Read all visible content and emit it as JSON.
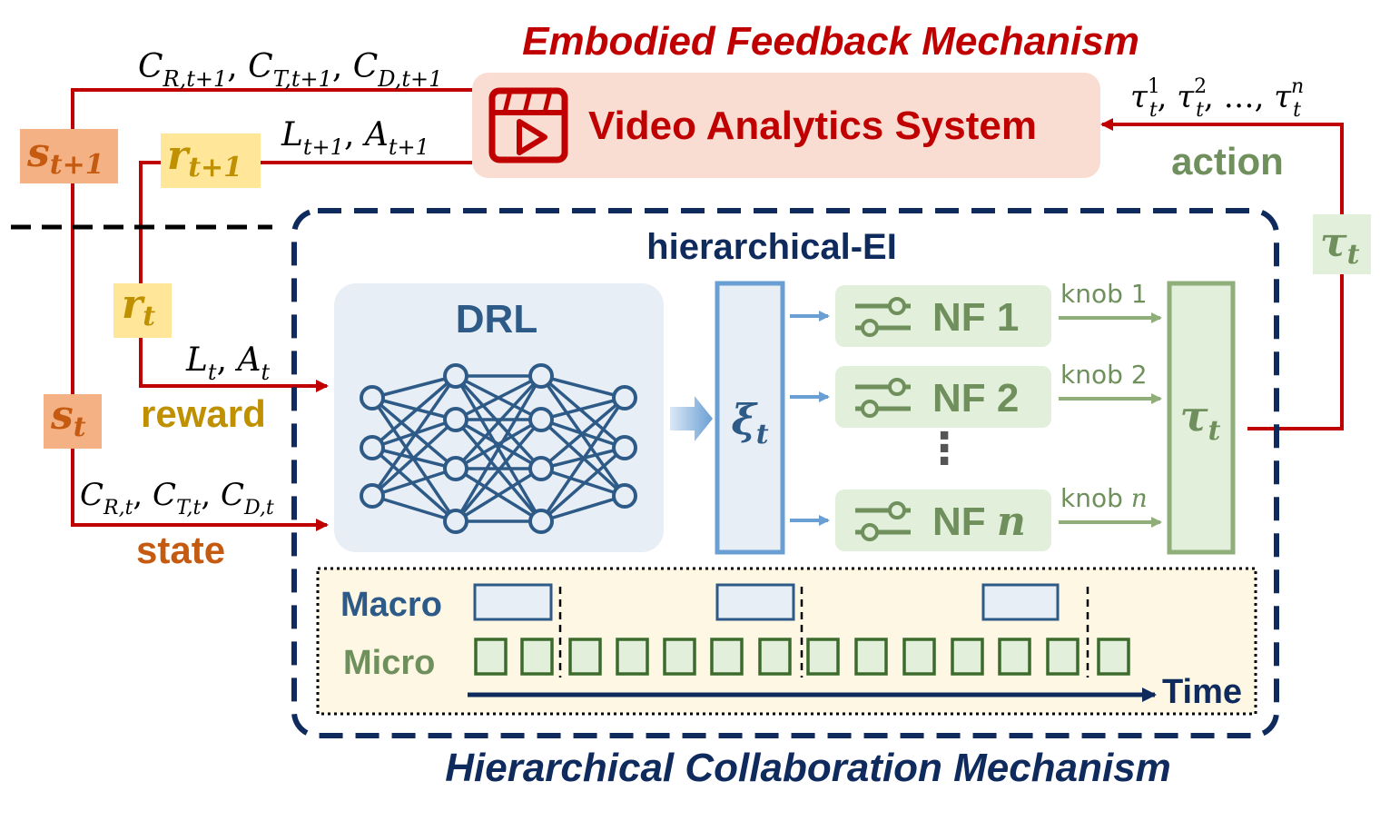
{
  "titles": {
    "top": "Embodied Feedback Mechanism",
    "bottom": "Hierarchical Collaboration Mechanism",
    "inner": "hierarchical-EI"
  },
  "vas": {
    "label": "Video Analytics System"
  },
  "drl": {
    "label": "DRL"
  },
  "labels": {
    "action": "action",
    "reward": "reward",
    "state": "state",
    "macro": "Macro",
    "micro": "Micro",
    "time": "Time"
  },
  "formulas": {
    "c_next": {
      "main": "C",
      "subs": [
        "R,t+1",
        "T,t+1",
        "D,t+1"
      ]
    },
    "l_next": {
      "a": "L",
      "a_sub": "t+1",
      "b": "A",
      "b_sub": "t+1"
    },
    "c_cur": {
      "main": "C",
      "subs": [
        "R,t",
        "T,t",
        "D,t"
      ]
    },
    "l_cur": {
      "a": "L",
      "a_sub": "t",
      "b": "A",
      "b_sub": "t"
    },
    "tau_seq": {
      "sym": "τ",
      "sub": "t",
      "sups": [
        "1",
        "2",
        "n"
      ],
      "ellipsis": "…"
    }
  },
  "badges": {
    "s_next": {
      "sym": "s",
      "sub": "t+1"
    },
    "r_next": {
      "sym": "r",
      "sub": "t+1"
    },
    "r_cur": {
      "sym": "r",
      "sub": "t"
    },
    "s_cur": {
      "sym": "s",
      "sub": "t"
    },
    "tau_right": {
      "sym": "τ",
      "sub": "t"
    }
  },
  "xi": {
    "sym": "ξ",
    "sub": "t"
  },
  "tau_box": {
    "sym": "τ",
    "sub": "t"
  },
  "nf": [
    {
      "prefix": "NF ",
      "num": "1",
      "knob_prefix": "knob ",
      "knob_num": "1",
      "italic": false
    },
    {
      "prefix": "NF ",
      "num": "2",
      "knob_prefix": "knob ",
      "knob_num": "2",
      "italic": false
    },
    {
      "prefix": "NF ",
      "num": "n",
      "knob_prefix": "knob ",
      "knob_num": "n",
      "italic": true
    }
  ],
  "nf_dots": "⋮",
  "colors": {
    "red": "#c00000",
    "navy": "#0f2a5c",
    "steel": "#2e5a87",
    "green": "#6f8f5c",
    "green_dark": "#3d6b2e",
    "orange": "#c55a11",
    "gold": "#bf9000",
    "vas_bg": "#f9dcd2",
    "badge_orange": "#f4b183",
    "badge_yellow": "#ffe699",
    "badge_green": "#e2efda",
    "timeline_bg": "#fdf7e3"
  }
}
